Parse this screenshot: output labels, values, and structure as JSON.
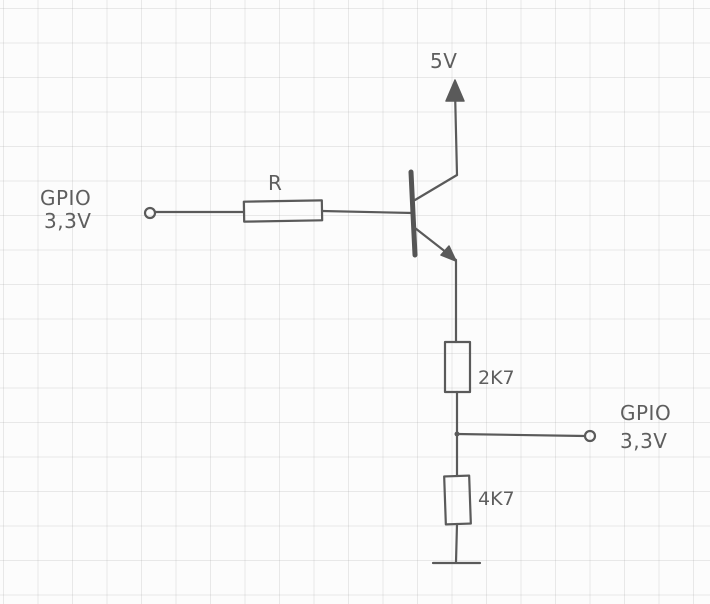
{
  "labels": {
    "supply": "5V",
    "gpio_out_line1": "GPIO",
    "gpio_out_line2": "3,3V",
    "resistor_base": "R",
    "resistor_upper": "2K7",
    "resistor_lower": "4K7",
    "gpio_in_line1": "GPIO",
    "gpio_in_line2": "3,3V"
  },
  "colors": {
    "pencil": "#5a5a5a",
    "paper": "#fcfcfc",
    "grid": "#c8c8c8"
  }
}
